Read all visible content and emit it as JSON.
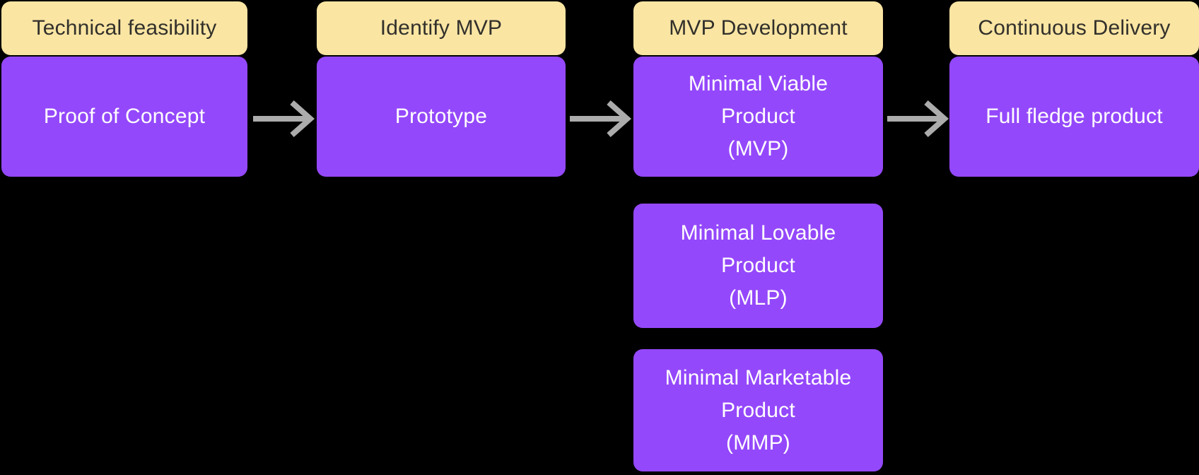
{
  "colors": {
    "background": "#000000",
    "header_bg": "#FAE5A3",
    "header_text": "#32302B",
    "box_bg": "#9448FB",
    "box_text": "#FFFFFF",
    "arrow": "#ACACAC"
  },
  "flowchart": {
    "columns": [
      {
        "header": "Technical feasibility",
        "boxes": [
          {
            "lines": [
              "Proof of Concept"
            ]
          }
        ]
      },
      {
        "header": "Identify MVP",
        "boxes": [
          {
            "lines": [
              "Prototype"
            ]
          }
        ]
      },
      {
        "header": "MVP Development",
        "boxes": [
          {
            "lines": [
              "Minimal Viable",
              "Product",
              "(MVP)"
            ]
          },
          {
            "lines": [
              "Minimal Lovable",
              "Product",
              "(MLP)"
            ]
          },
          {
            "lines": [
              "Minimal Marketable",
              "Product",
              "(MMP)"
            ]
          }
        ]
      },
      {
        "header": "Continuous Delivery",
        "boxes": [
          {
            "lines": [
              "Full fledge product"
            ]
          }
        ]
      }
    ],
    "arrows": [
      {
        "from": "Proof of Concept",
        "to": "Prototype"
      },
      {
        "from": "Prototype",
        "to": "Minimal Viable Product (MVP)"
      },
      {
        "from": "Minimal Viable Product (MVP)",
        "to": "Full fledge product"
      }
    ]
  }
}
